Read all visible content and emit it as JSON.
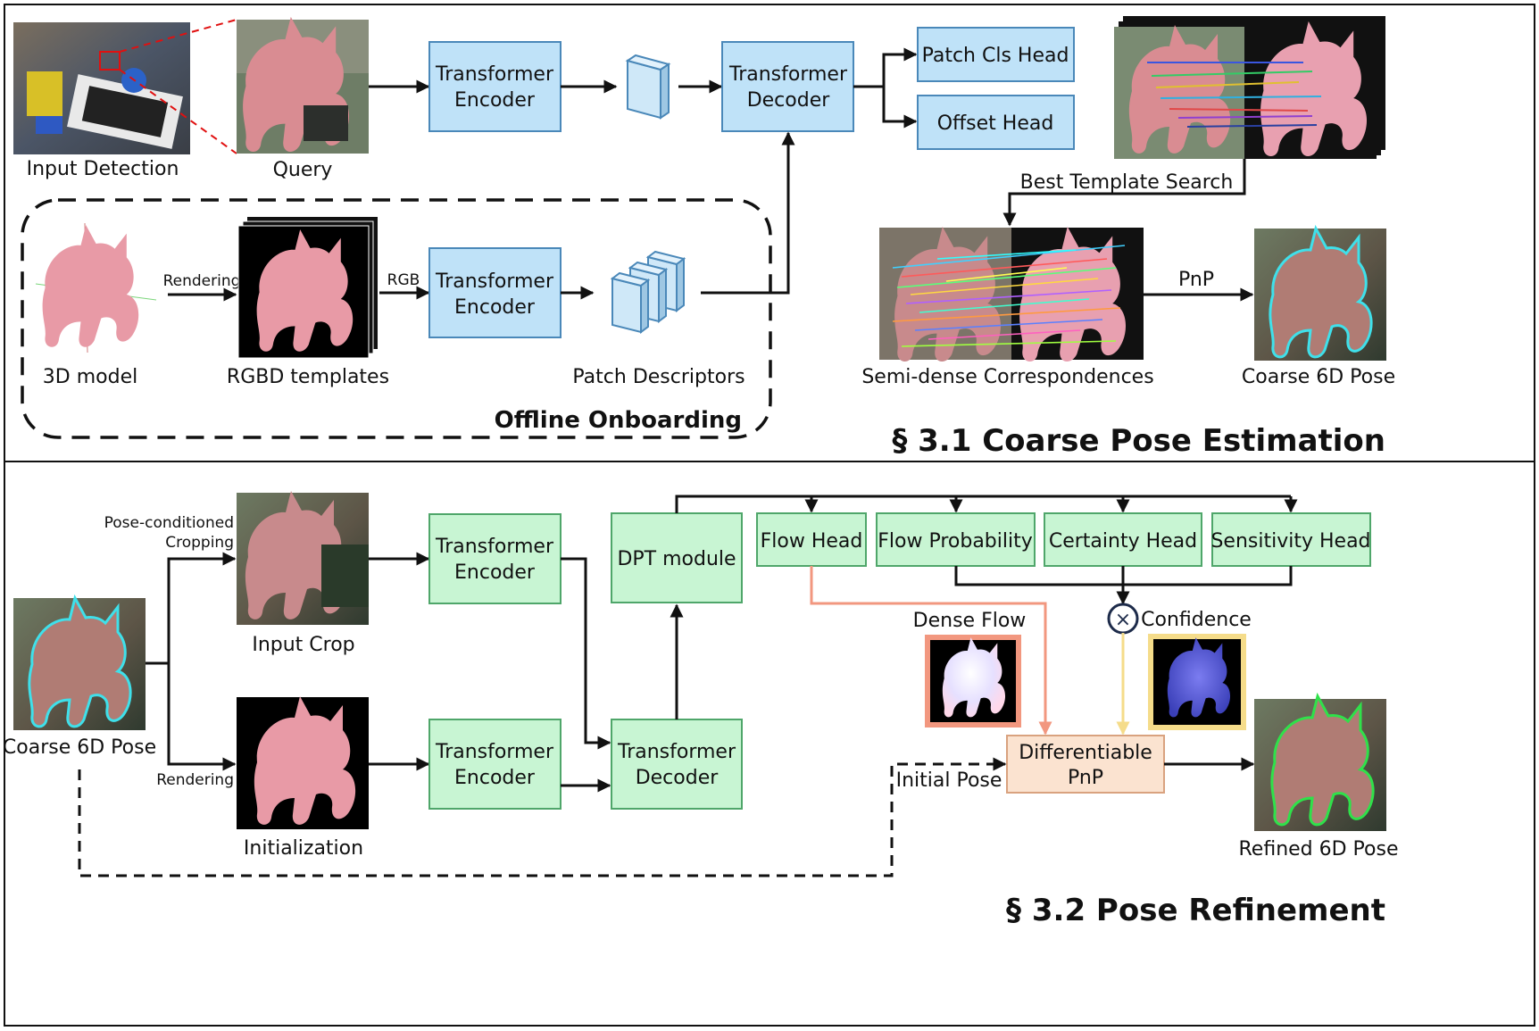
{
  "coarse": {
    "section_title": "§ 3.1 Coarse Pose Estimation",
    "input_detection": "Input Detection",
    "query": "Query",
    "transformer_encoder": "Transformer\nEncoder",
    "transformer_decoder": "Transformer\nDecoder",
    "patch_cls_head": "Patch Cls Head",
    "offset_head": "Offset Head",
    "best_template_search": "Best Template Search",
    "semi_dense": "Semi-dense Correspondences",
    "pnp": "PnP",
    "coarse_pose": "Coarse 6D Pose",
    "offline": {
      "title": "Offline Onboarding",
      "model_3d": "3D model",
      "rendering": "Rendering",
      "rgbd_templates": "RGBD templates",
      "rgb": "RGB",
      "transformer_encoder": "Transformer\nEncoder",
      "patch_descriptors": "Patch Descriptors"
    }
  },
  "refine": {
    "section_title": "§ 3.2 Pose Refinement",
    "pose_conditioned": "Pose-conditioned\nCropping",
    "input_crop": "Input Crop",
    "rendering": "Rendering",
    "initialization": "Initialization",
    "coarse_pose": "Coarse 6D Pose",
    "transformer_encoder_1": "Transformer\nEncoder",
    "transformer_encoder_2": "Transformer\nEncoder",
    "transformer_decoder": "Transformer\nDecoder",
    "dpt_module": "DPT module",
    "flow_head": "Flow Head",
    "flow_probability": "Flow Probability",
    "certainty_head": "Certainty Head",
    "sensitivity_head": "Sensitivity Head",
    "dense_flow": "Dense Flow",
    "confidence": "Confidence",
    "multiply_symbol": "×",
    "differentiable_pnp": "Differentiable\nPnP",
    "initial_pose": "Initial Pose",
    "refined_pose": "Refined 6D Pose"
  },
  "colors": {
    "blue_fill": "#bfe2f8",
    "green_fill": "#c8f5d3",
    "peach_fill": "#fbe3d0",
    "dense_flow_arrow": "#f2977f",
    "confidence_arrow": "#f5dc8a",
    "contour_cyan": "#3fe0ea",
    "contour_green": "#2fe14a",
    "object_pink": "#e89aa6"
  }
}
